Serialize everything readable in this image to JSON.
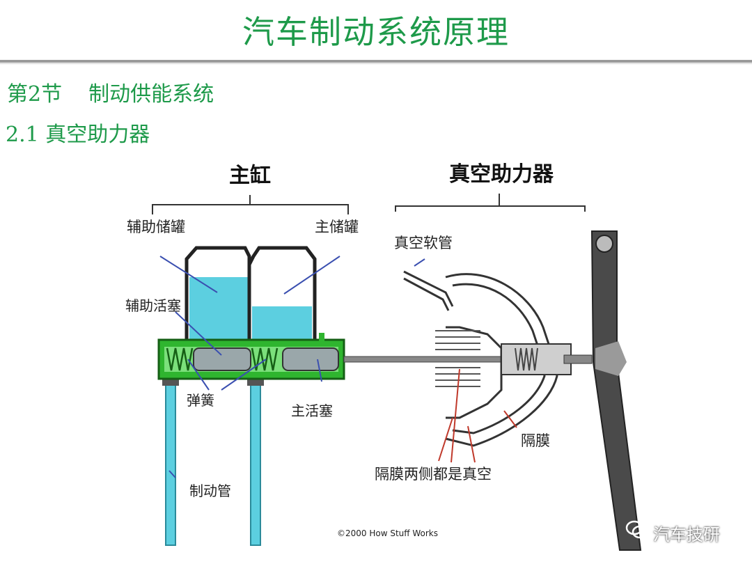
{
  "slide": {
    "title": "汽车制动系统原理",
    "section": "第2节",
    "section_title": "制动供能系统",
    "subsection": "2.1 真空助力器"
  },
  "diagram": {
    "group_master_cylinder": "主缸",
    "group_vacuum_booster": "真空助力器",
    "labels": {
      "aux_reservoir": "辅助储罐",
      "main_reservoir": "主储罐",
      "aux_piston": "辅助活塞",
      "spring": "弹簧",
      "main_piston": "主活塞",
      "brake_pipe": "制动管",
      "vacuum_hose": "真空软管",
      "diaphragm": "隔膜",
      "both_sides_vacuum": "隔膜两侧都是真空"
    },
    "credit": "©2000 How Stuff Works"
  },
  "watermark": {
    "text": "汽车技研",
    "icon": "wechat-icon"
  },
  "colors": {
    "heading_green": "#1e9a4a",
    "cylinder_green": "#2fb52f",
    "fluid_cyan": "#5ccfe0",
    "pointer_blue": "#3a4fb0",
    "pointer_red": "#c0392b"
  }
}
